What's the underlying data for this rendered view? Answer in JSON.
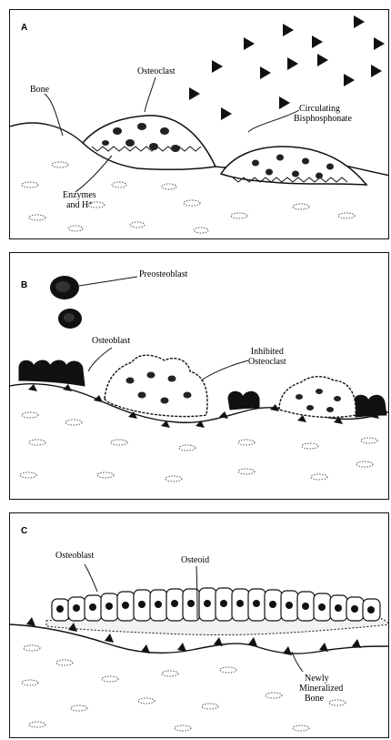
{
  "panels": [
    {
      "letter": "A",
      "labels": {
        "bone": "Bone",
        "osteoclast": "Osteoclast",
        "enzymes": [
          "Enzymes",
          "and H⁺"
        ],
        "bisphosphonate": [
          "Circulating",
          "Bisphosphonate"
        ]
      }
    },
    {
      "letter": "B",
      "labels": {
        "preosteoblast": "Preosteoblast",
        "osteoblast": "Osteoblast",
        "inhibited_osteoclast": [
          "Inhibited",
          "Osteoclast"
        ]
      }
    },
    {
      "letter": "C",
      "labels": {
        "osteoblast": "Osteoblast",
        "osteoid": "Osteoid",
        "new_bone": [
          "Newly",
          "Mineralized",
          "Bone"
        ]
      }
    }
  ],
  "colors": {
    "ink": "#111111",
    "paper": "#ffffff"
  }
}
